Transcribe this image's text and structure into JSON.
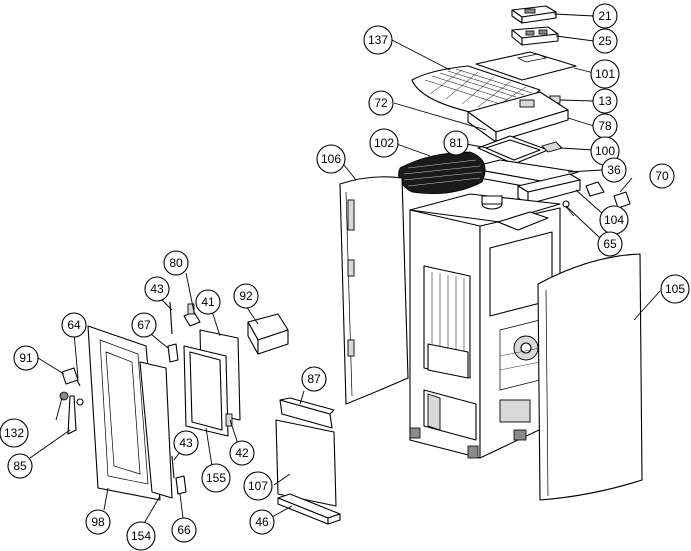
{
  "callouts": [
    {
      "id": "21",
      "label": "21"
    },
    {
      "id": "25",
      "label": "25"
    },
    {
      "id": "137",
      "label": "137"
    },
    {
      "id": "101",
      "label": "101"
    },
    {
      "id": "13",
      "label": "13"
    },
    {
      "id": "72",
      "label": "72"
    },
    {
      "id": "78",
      "label": "78"
    },
    {
      "id": "102",
      "label": "102"
    },
    {
      "id": "81",
      "label": "81"
    },
    {
      "id": "100",
      "label": "100"
    },
    {
      "id": "106",
      "label": "106"
    },
    {
      "id": "36",
      "label": "36"
    },
    {
      "id": "70",
      "label": "70"
    },
    {
      "id": "104",
      "label": "104"
    },
    {
      "id": "65",
      "label": "65"
    },
    {
      "id": "105",
      "label": "105"
    },
    {
      "id": "80",
      "label": "80"
    },
    {
      "id": "43a",
      "label": "43"
    },
    {
      "id": "92",
      "label": "92"
    },
    {
      "id": "41",
      "label": "41"
    },
    {
      "id": "64",
      "label": "64"
    },
    {
      "id": "67",
      "label": "67"
    },
    {
      "id": "91",
      "label": "91"
    },
    {
      "id": "87",
      "label": "87"
    },
    {
      "id": "132",
      "label": "132"
    },
    {
      "id": "42",
      "label": "42"
    },
    {
      "id": "43b",
      "label": "43"
    },
    {
      "id": "155",
      "label": "155"
    },
    {
      "id": "85",
      "label": "85"
    },
    {
      "id": "107",
      "label": "107"
    },
    {
      "id": "98",
      "label": "98"
    },
    {
      "id": "46",
      "label": "46"
    },
    {
      "id": "154",
      "label": "154"
    },
    {
      "id": "66",
      "label": "66"
    }
  ]
}
